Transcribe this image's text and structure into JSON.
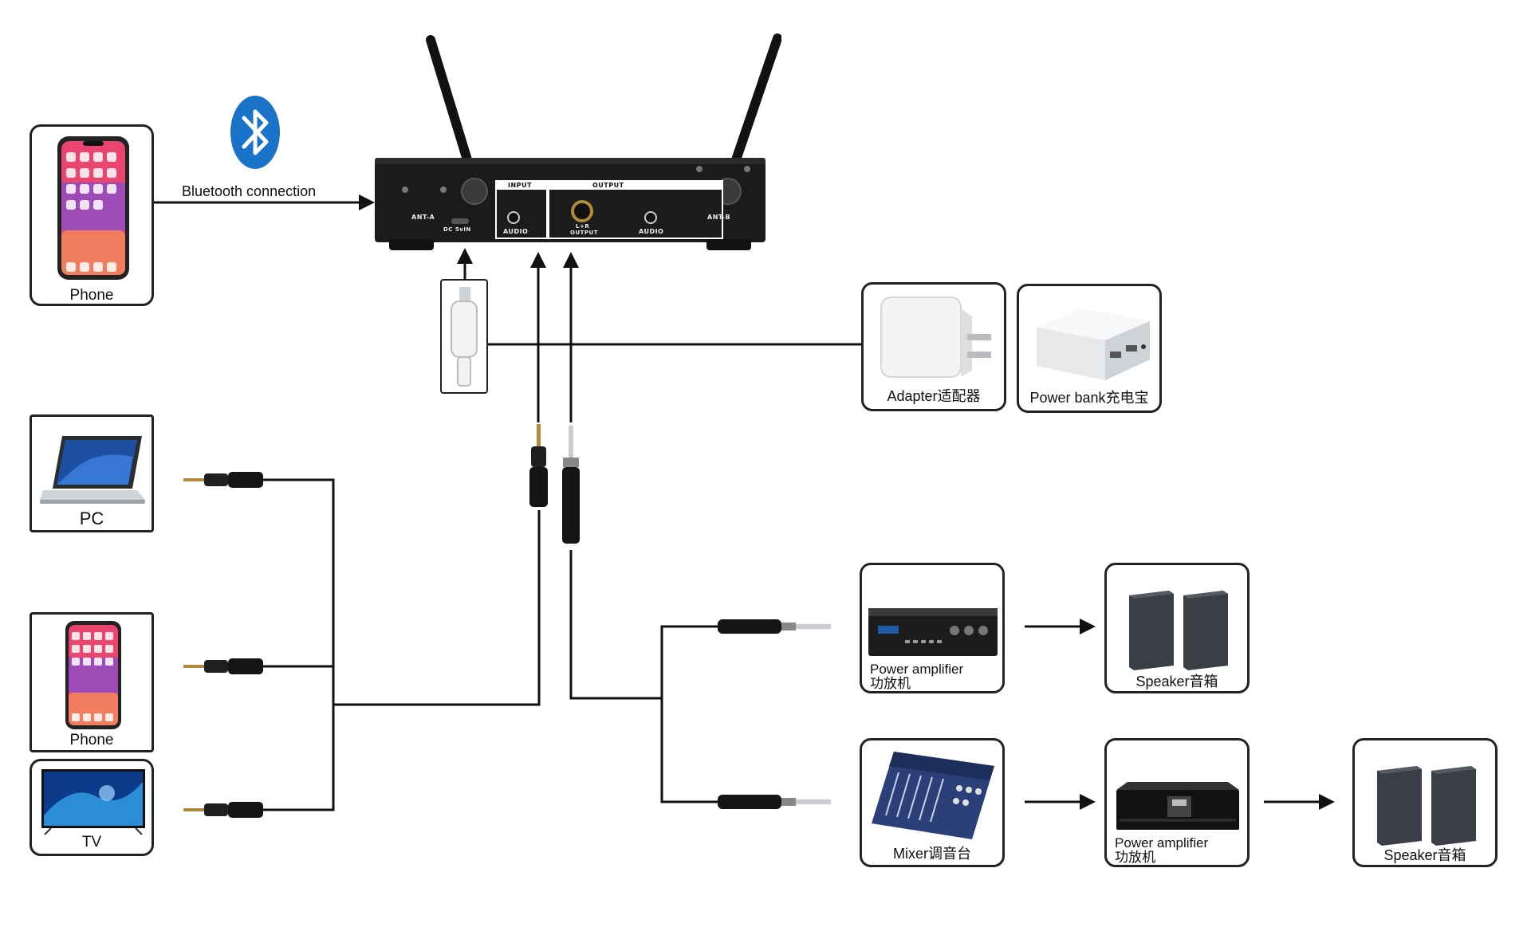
{
  "bluetooth": {
    "label": "Bluetooth connection"
  },
  "receiver": {
    "ant_a": "ANT-A",
    "ant_b": "ANT-B",
    "dc_in": "DC 5vIN",
    "input_header": "INPUT",
    "output_header": "OUTPUT",
    "audio_in": "AUDIO",
    "lr_output_1": "L+R",
    "lr_output_2": "OUTPUT",
    "audio_out": "AUDIO"
  },
  "sources": {
    "phone_top": "Phone",
    "pc": "PC",
    "phone_bottom": "Phone",
    "tv": "TV"
  },
  "power": {
    "adapter": "Adapter适配器",
    "power_bank": "Power bank充电宝"
  },
  "outputs": {
    "amp1_line1": "Power amplifier",
    "amp1_line2": "功放机",
    "speaker1": "Speaker音箱",
    "mixer": "Mixer调音台",
    "amp2_line1": "Power amplifier",
    "amp2_line2": "功放机",
    "speaker2": "Speaker音箱"
  },
  "colors": {
    "line": "#111111",
    "bluetooth": "#1a73c9",
    "device_body": "#1b1b1b",
    "speaker": "#3a3f45"
  },
  "icons": [
    "bluetooth-icon",
    "phone-icon",
    "laptop-icon",
    "tv-icon",
    "adapter-icon",
    "power-bank-icon",
    "amplifier-icon",
    "speaker-icon",
    "mixer-icon"
  ]
}
